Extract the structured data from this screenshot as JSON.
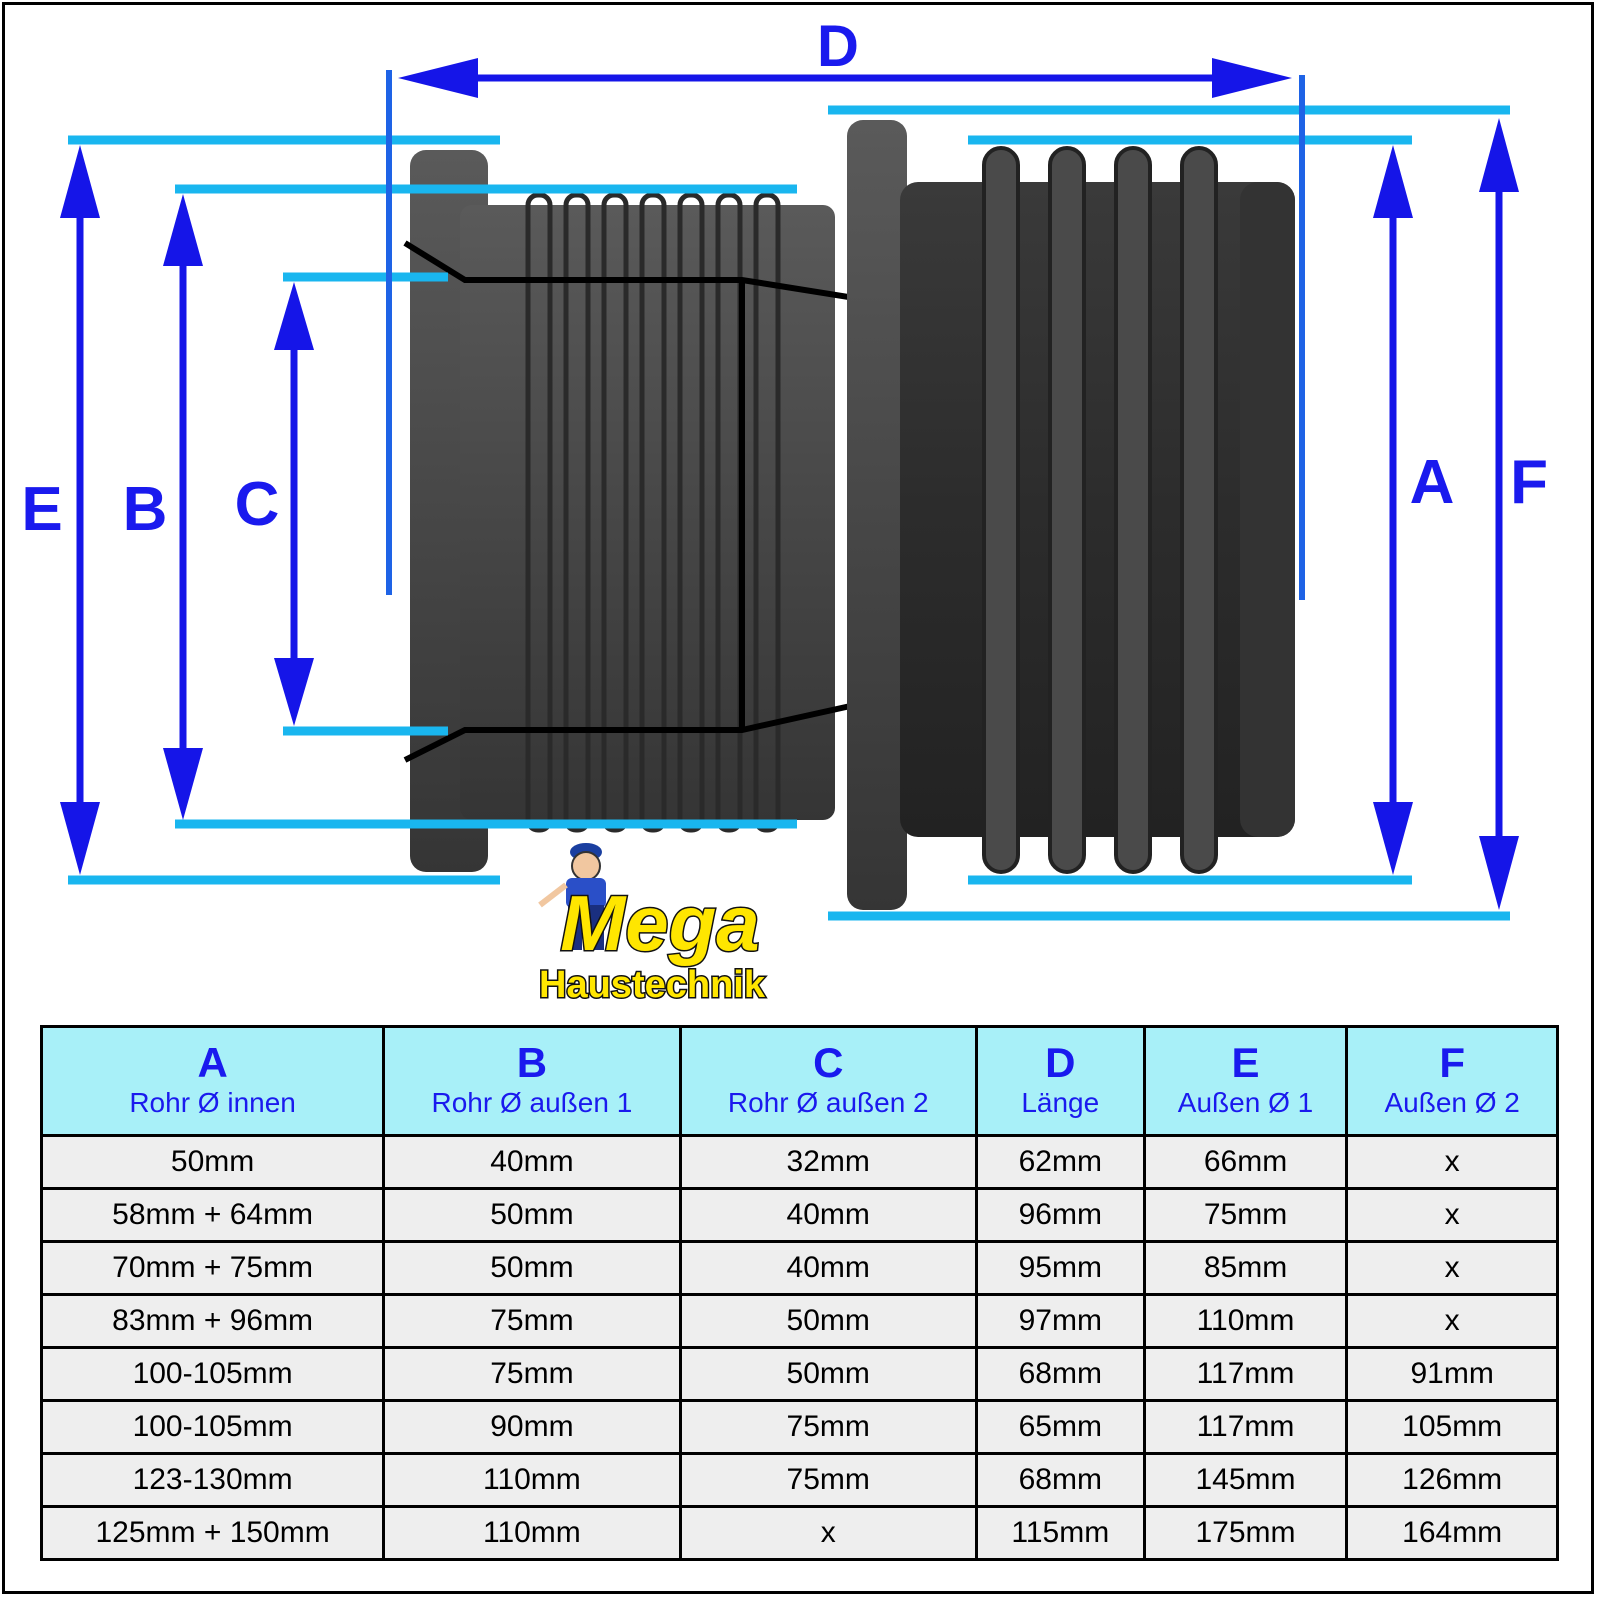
{
  "dimension_labels": {
    "A": "A",
    "B": "B",
    "C": "C",
    "D": "D",
    "E": "E",
    "F": "F"
  },
  "logo": {
    "line1": "Mega",
    "line2": "Haustechnik"
  },
  "colors": {
    "arrow": "#1515e8",
    "guide": "#19b6ef",
    "part": "#3d3d3d",
    "header_bg": "#a8f0f8",
    "cell_bg": "#eeeeee"
  },
  "table": {
    "headers": [
      {
        "letter": "A",
        "desc": "Rohr Ø innen"
      },
      {
        "letter": "B",
        "desc": "Rohr Ø außen 1"
      },
      {
        "letter": "C",
        "desc": "Rohr Ø außen 2"
      },
      {
        "letter": "D",
        "desc": "Länge"
      },
      {
        "letter": "E",
        "desc": "Außen Ø 1"
      },
      {
        "letter": "F",
        "desc": "Außen Ø 2"
      }
    ],
    "rows": [
      [
        "50mm",
        "40mm",
        "32mm",
        "62mm",
        "66mm",
        "x"
      ],
      [
        "58mm + 64mm",
        "50mm",
        "40mm",
        "96mm",
        "75mm",
        "x"
      ],
      [
        "70mm + 75mm",
        "50mm",
        "40mm",
        "95mm",
        "85mm",
        "x"
      ],
      [
        "83mm + 96mm",
        "75mm",
        "50mm",
        "97mm",
        "110mm",
        "x"
      ],
      [
        "100-105mm",
        "75mm",
        "50mm",
        "68mm",
        "117mm",
        "91mm"
      ],
      [
        "100-105mm",
        "90mm",
        "75mm",
        "65mm",
        "117mm",
        "105mm"
      ],
      [
        "123-130mm",
        "110mm",
        "75mm",
        "68mm",
        "145mm",
        "126mm"
      ],
      [
        "125mm + 150mm",
        "110mm",
        "x",
        "115mm",
        "175mm",
        "164mm"
      ]
    ]
  }
}
